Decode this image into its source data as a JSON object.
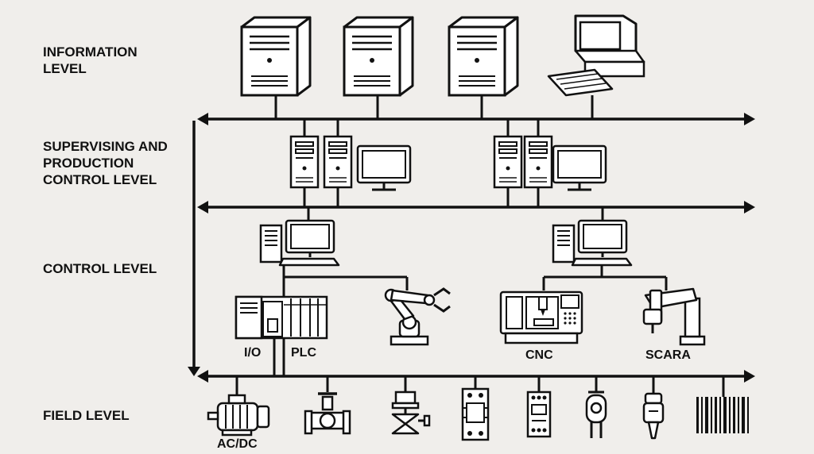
{
  "levels": {
    "information": [
      "INFORMATION",
      "LEVEL"
    ],
    "supervising": [
      "SUPERVISING AND",
      "PRODUCTION",
      "CONTROL LEVEL"
    ],
    "control": [
      "CONTROL LEVEL"
    ],
    "field": [
      "FIELD LEVEL"
    ]
  },
  "device_labels": {
    "io": "I/O",
    "plc": "PLC",
    "cnc": "CNC",
    "scara": "SCARA",
    "motor": "AC/DC"
  },
  "colors": {
    "background": "#f0eeeb",
    "stroke": "#111111"
  },
  "icons": [
    "server-icon",
    "desktop-computer-icon",
    "workstation-icon",
    "robot-arm-icon",
    "plc-icon",
    "cnc-machine-icon",
    "scara-robot-icon",
    "motor-icon",
    "valve-icon",
    "relay-icon",
    "sensor-icon",
    "barcode-icon"
  ]
}
